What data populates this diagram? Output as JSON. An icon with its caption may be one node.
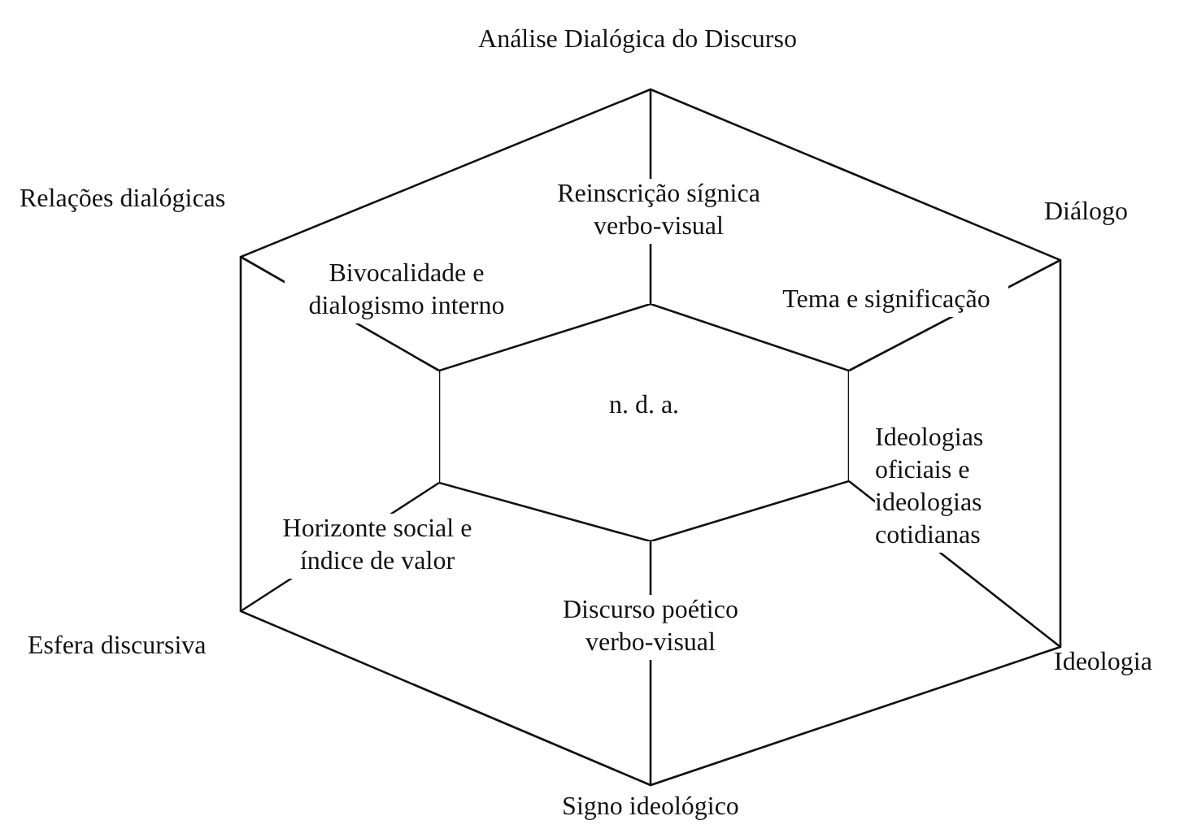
{
  "diagram": {
    "nodes": [
      {
        "text": [
          "n. d. a."
        ]
      }
    ],
    "labels": [
      "Análise Dialógica do Discurso",
      "Relações dialógicas",
      "Reinscrição sígnica verbo-visual",
      "Diálogo",
      "Bivocalidade e dialogismo interno",
      "Tema e significação",
      "Ideologias oficiais e ideologias cotidianas",
      "Horizonte social e índice de valor",
      "Discurso poético verbo-visual",
      "Esfera discursiva",
      "Ideologia",
      "Signo ideológico"
    ]
  }
}
